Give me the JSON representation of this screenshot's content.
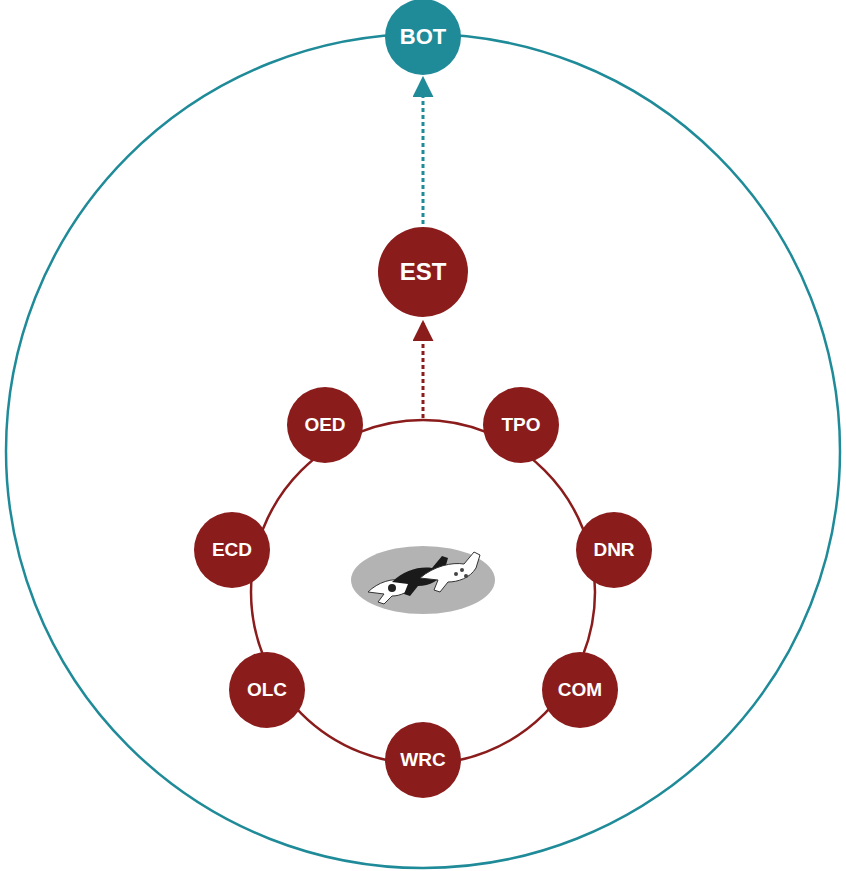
{
  "diagram": {
    "nodes": [
      {
        "text": [
          "BOT"
        ]
      },
      {
        "text": [
          "EST"
        ]
      },
      {
        "text": [
          "OED"
        ]
      },
      {
        "text": [
          "TPO"
        ]
      },
      {
        "text": [
          "ECD"
        ]
      },
      {
        "text": [
          "DNR"
        ]
      },
      {
        "text": [
          "OLC"
        ]
      },
      {
        "text": [
          "COM"
        ]
      },
      {
        "text": [
          "WRC"
        ]
      }
    ],
    "edges": [
      {
        "from": 1,
        "to": 0,
        "arrow": "to"
      }
    ]
  }
}
